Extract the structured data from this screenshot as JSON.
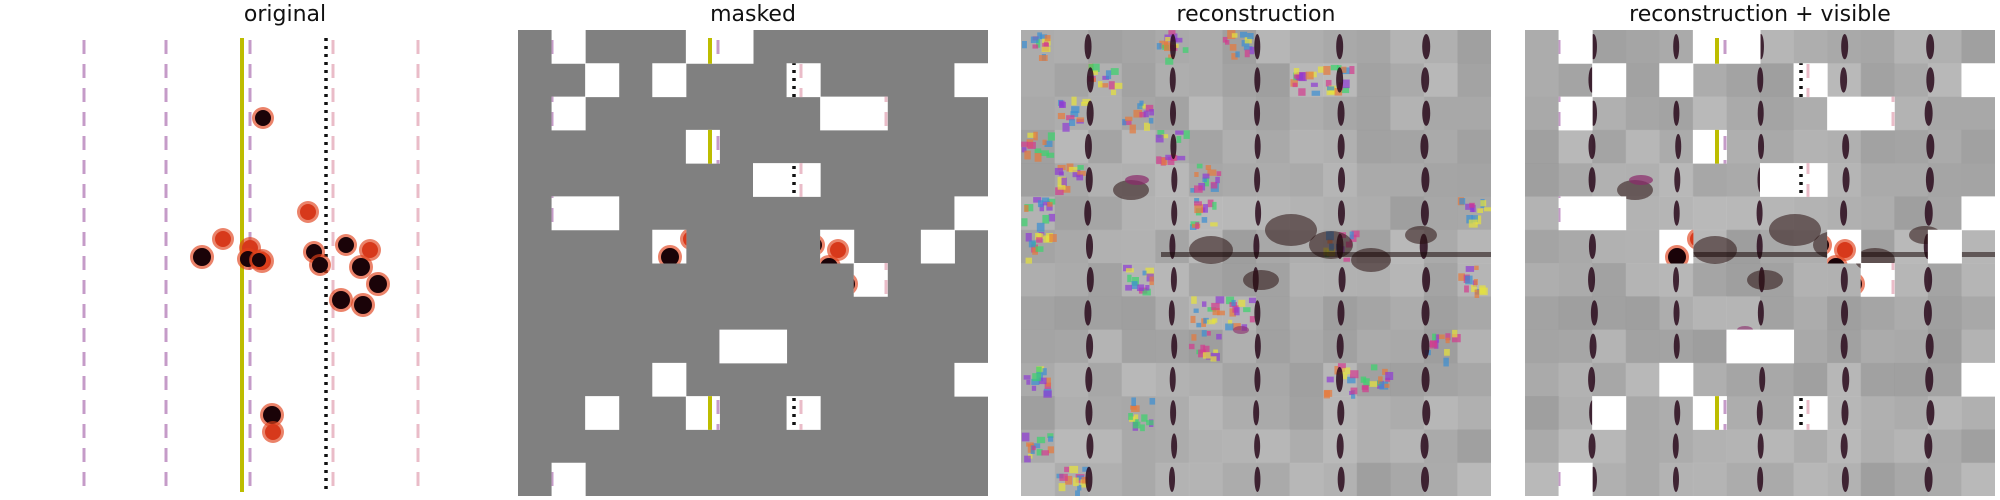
{
  "panels": [
    {
      "title": "original"
    },
    {
      "title": "masked"
    },
    {
      "title": "reconstruction"
    },
    {
      "title": "reconstruction + visible"
    }
  ],
  "colors": {
    "mask_gray": "#808080",
    "recon_gray": "#a9a9a9",
    "dark_stripe": "#2a0a1c",
    "yellow_line": "#bdbd00",
    "dotted_line": "#111111",
    "dot_fill": "#1a0308",
    "dot_halo": "#e0401a",
    "lane_purple": "#b17ab5",
    "lane_pink": "#e3a6b5"
  }
}
